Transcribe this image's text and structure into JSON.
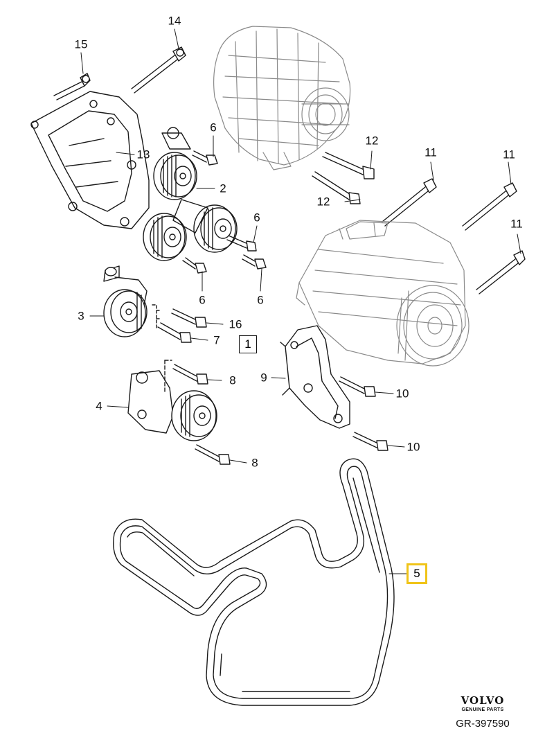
{
  "diagram": {
    "callouts": {
      "c15": "15",
      "c14": "14",
      "c13": "13",
      "c2": "2",
      "c6a": "6",
      "c6b": "6",
      "c6c": "6",
      "c6d": "6",
      "c3": "3",
      "c16": "16",
      "c7": "7",
      "c8a": "8",
      "c8b": "8",
      "c4": "4",
      "c12a": "12",
      "c12b": "12",
      "c11a": "11",
      "c11b": "11",
      "c11c": "11",
      "c9": "9",
      "c10a": "10",
      "c10b": "10"
    },
    "boxed_labels": {
      "part_1": "1",
      "part_5": "5"
    },
    "highlight_color": "#f0c419"
  },
  "footer": {
    "brand": "VOLVO",
    "brand_sub": "GENUINE PARTS",
    "reference": "GR-397590"
  }
}
